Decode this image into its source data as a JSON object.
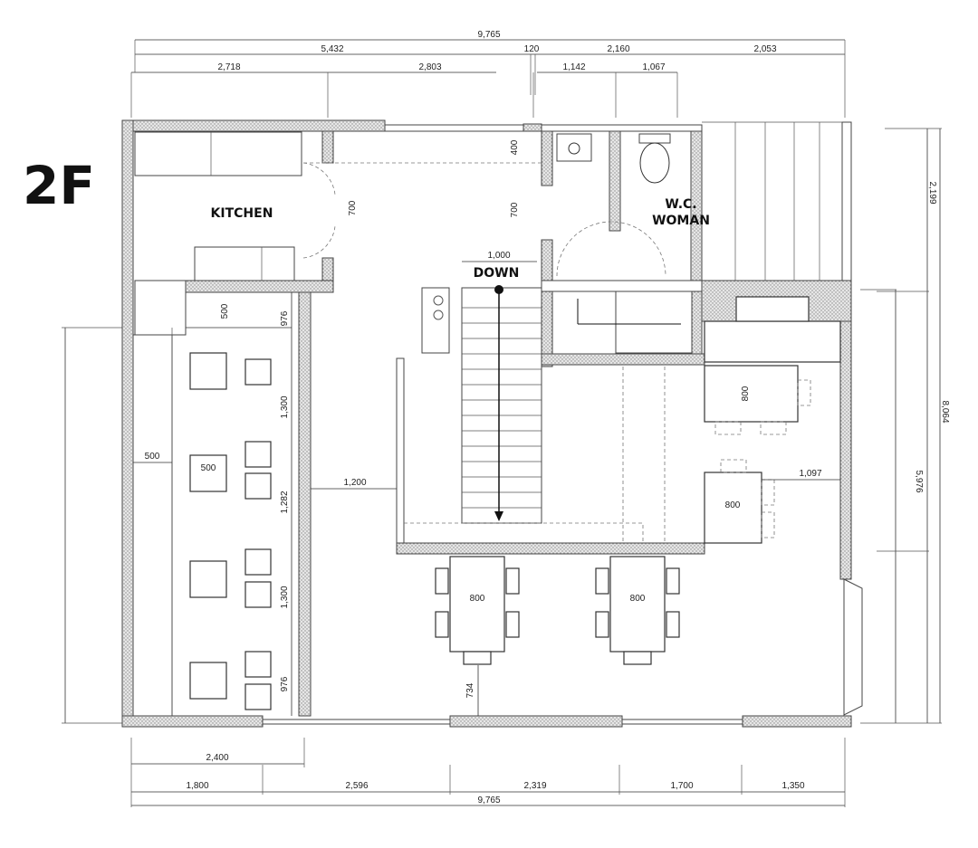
{
  "floor_label": "2F",
  "rooms": {
    "kitchen": "KITCHEN",
    "wc_line1": "W.C.",
    "wc_line2": "WOMAN",
    "stair": "DOWN"
  },
  "dimensions": {
    "top_total": "9,765",
    "top_row2": [
      "5,432",
      "120",
      "2,160",
      "2,053"
    ],
    "top_row3": [
      "2,718",
      "2,803",
      "1,142",
      "1,067"
    ],
    "bottom_row1": "2,400",
    "bottom_row2": [
      "1,800",
      "2,596",
      "2,319",
      "1,700",
      "1,350"
    ],
    "bottom_total": "9,765",
    "right": [
      "2,199",
      "5,976",
      "8,064"
    ],
    "interior": {
      "kitchen_door": "700",
      "corridor": "400",
      "wc_door": "700",
      "stair_width": "1,000",
      "bench_500_top": "500",
      "bench_976_top": "976",
      "spacing_1300_a": "1,300",
      "spacing_1282": "1,282",
      "spacing_1300_b": "1,300",
      "bench_976_bottom": "976",
      "aisle_500": "500",
      "table_500": "500",
      "aisle_1200": "1,200",
      "table_800_right_top": "800",
      "table_800_right_mid": "800",
      "gap_1097": "1,097",
      "table_800_center_left": "800",
      "table_800_center_right": "800",
      "gap_734": "734"
    }
  }
}
